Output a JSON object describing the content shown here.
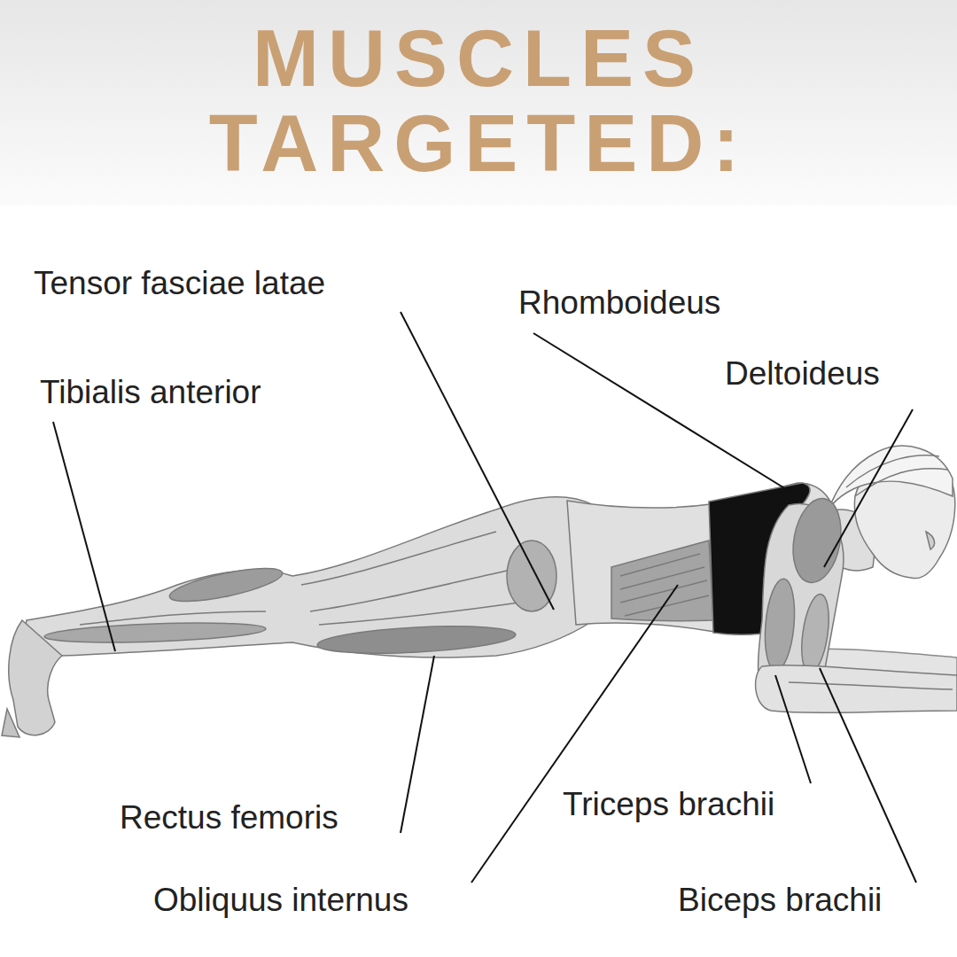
{
  "diagram": {
    "title": "MUSCLES TARGETED:",
    "labels": [
      "Tensor fasciae latae",
      "Rhomboideus",
      "Deltoideus",
      "Tibialis anterior",
      "Rectus femoris",
      "Triceps brachii",
      "Obliquus internus",
      "Biceps brachii"
    ]
  }
}
